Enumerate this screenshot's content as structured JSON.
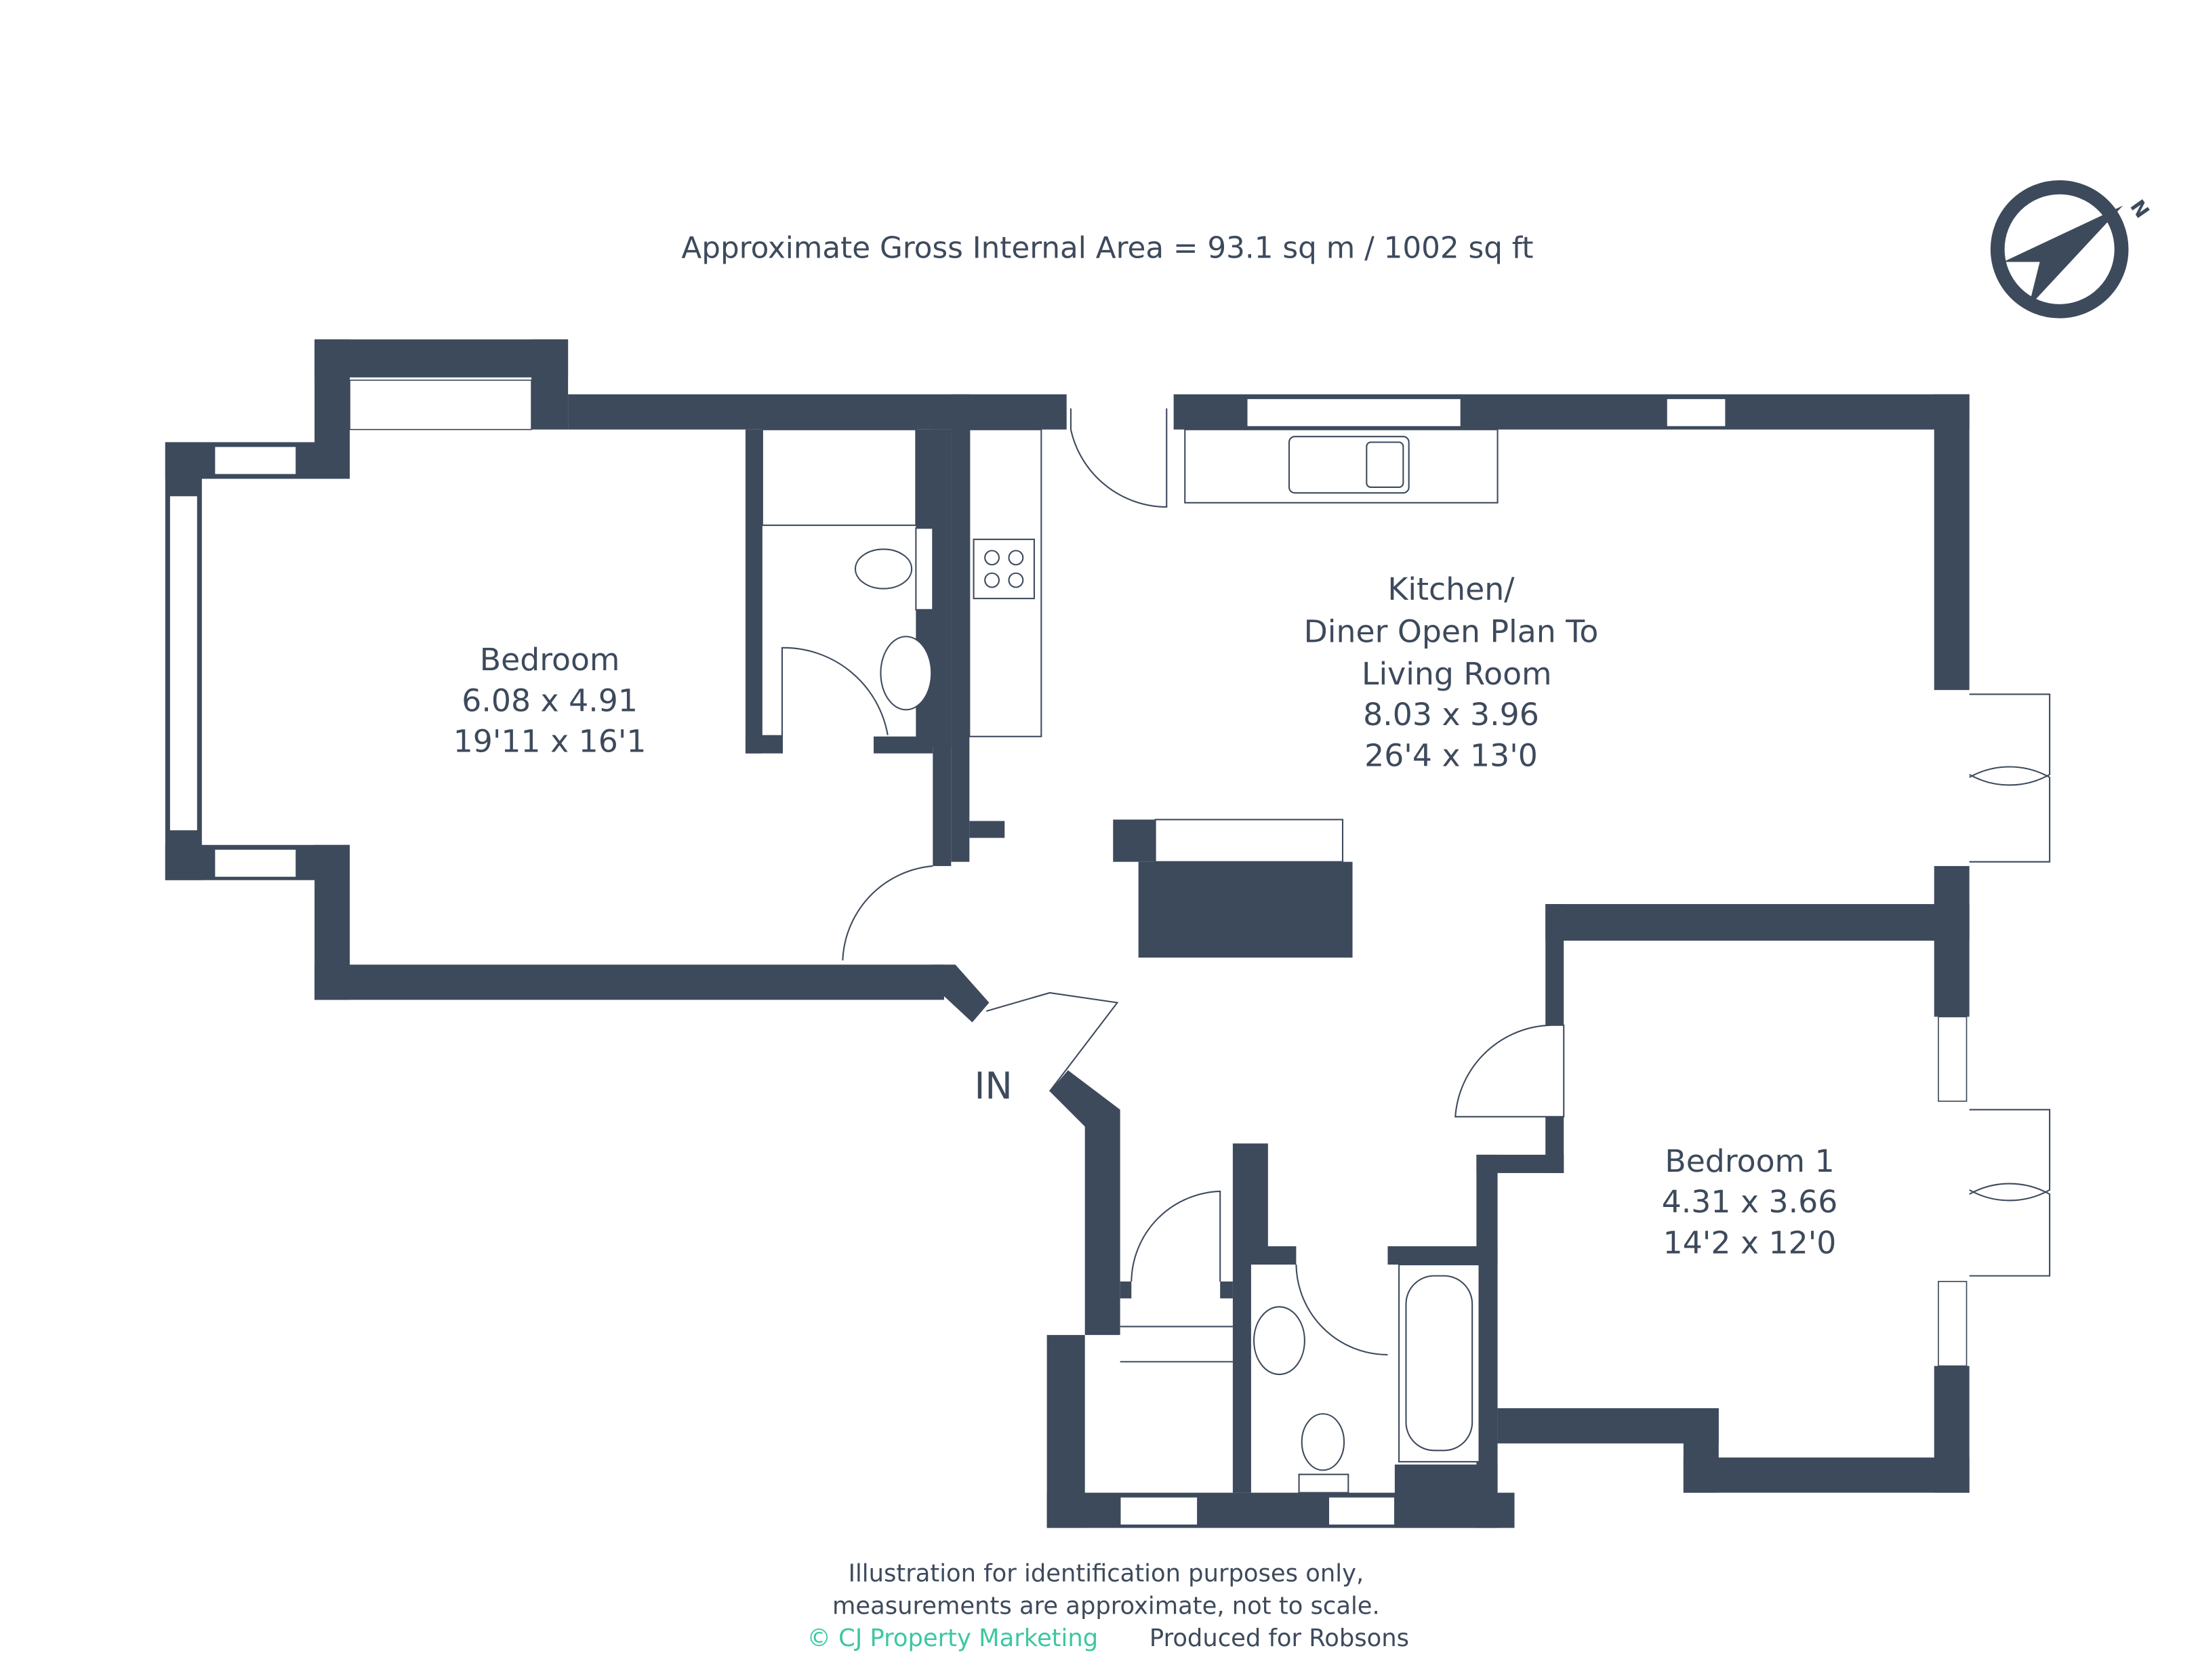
{
  "header": {
    "area_text": "Approximate Gross Internal Area = 93.1 sq m / 1002 sq ft"
  },
  "compass": {
    "label": "N",
    "icon": "compass-north-icon"
  },
  "rooms": [
    {
      "name": "Bedroom",
      "metric": "6.08 x 4.91",
      "imperial": "19'11 x 16'1"
    },
    {
      "name_line1": "Kitchen/",
      "name_line2": "Diner Open Plan To",
      "name_line3": "Living Room",
      "metric": "8.03 x 3.96",
      "imperial": "26'4 x 13'0"
    },
    {
      "name": "Bedroom 1",
      "metric": "4.31 x 3.66",
      "imperial": "14'2 x 12'0"
    }
  ],
  "entrance": {
    "label": "IN"
  },
  "footer": {
    "line1": "Illustration for identification purposes only,",
    "line2": "measurements are approximate, not to scale.",
    "brand": "© CJ Property Marketing",
    "produced_for": "Produced for Robsons"
  },
  "colors": {
    "wall": "#3d4a5c",
    "brand": "#3cc7a2"
  }
}
